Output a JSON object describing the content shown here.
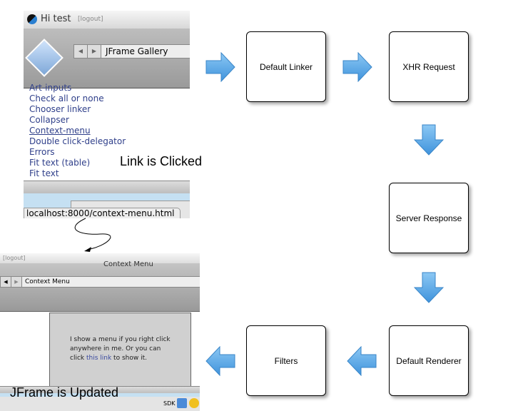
{
  "screenshot1": {
    "greeting": "Hi test",
    "logout": "[logout]",
    "location": "JFrame Gallery",
    "links": [
      "Art-inputs",
      "Check all or none",
      "Chooser linker",
      "Collapser",
      "Context-menu",
      "Double click-delegator",
      "Errors",
      "Fit text (table)",
      "Fit text"
    ],
    "active_link_index": 4,
    "status_url": "localhost:8000/context-menu.html"
  },
  "caption_clicked": "Link is Clicked",
  "screenshot2": {
    "logout": "[logout]",
    "window_title": "Context Menu",
    "location": "Context Menu",
    "body_text_1": "I show a menu if you right click anywhere in me. Or you can click ",
    "link_text": "this link",
    "body_text_2": " to show it.",
    "dock_label": "SDK"
  },
  "caption_updated": "JFrame is Updated",
  "flow": {
    "default_linker": "Default Linker",
    "xhr_request": "XHR Request",
    "server_response": "Server Response",
    "default_renderer": "Default Renderer",
    "filters": "Filters"
  },
  "colors": {
    "arrow": "#5aaae8",
    "link": "#2f3f8a"
  }
}
